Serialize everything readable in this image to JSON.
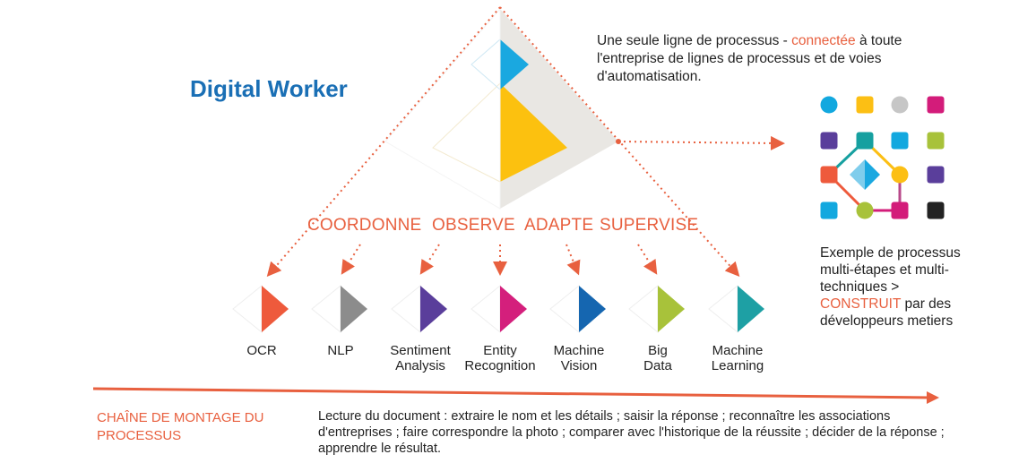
{
  "title": "Digital Worker",
  "top_text": {
    "before": "Une seule ligne de processus - ",
    "highlight": "connectée",
    "after": " à toute l'entreprise de lignes de processus et de voies d'automatisation."
  },
  "verbs": [
    "COORDONNE",
    "OBSERVE",
    "ADAPTE",
    "SUPERVISE"
  ],
  "technologies": [
    {
      "line1": "OCR",
      "line2": "",
      "icon": "orange-pyramid-icon",
      "color": "#ee5a3c"
    },
    {
      "line1": "NLP",
      "line2": "",
      "icon": "gray-pyramid-icon",
      "color": "#8c8c8c"
    },
    {
      "line1": "Sentiment",
      "line2": "Analysis",
      "icon": "purple-pyramid-icon",
      "color": "#5a3e9b"
    },
    {
      "line1": "Entity",
      "line2": "Recognition",
      "icon": "magenta-pyramid-icon",
      "color": "#d41f7c"
    },
    {
      "line1": "Machine",
      "line2": "Vision",
      "icon": "blue-pyramid-icon",
      "color": "#1566b0"
    },
    {
      "line1": "Big",
      "line2": "Data",
      "icon": "green-pyramid-icon",
      "color": "#a8c23a"
    },
    {
      "line1": "Machine",
      "line2": "Learning",
      "icon": "teal-pyramid-icon",
      "color": "#1ea0a4"
    }
  ],
  "example_text": {
    "line_a": "Exemple de processus multi-étapes et multi-techniques >",
    "highlight": "CONSTRUIT",
    "line_b": " par des développeurs metiers"
  },
  "chain": {
    "label": "CHAÎNE DE MONTAGE DU PROCESSUS",
    "description": "Lecture du document : extraire le nom et les détails ; saisir la réponse ; reconnaître les associations d'entreprises ; faire correspondre la photo ; comparer avec l'historique de la réussite ; décider de la réponse ; apprendre le résultat."
  },
  "colors": {
    "accent": "#e8603f",
    "title_blue": "#1a6fb5",
    "pyramid_yellow": "#fcc10f",
    "pyramid_cyan": "#1aa8e0",
    "pyramid_gray": "#e9e7e3"
  },
  "grid_nodes": [
    [
      "circle:#12a8df",
      "square:#fcbf14",
      "circle:#c6c6c6",
      "square:#d31c7a"
    ],
    [
      "square:#5a3e9b",
      "square:#16a0a0",
      "square:#12a8df",
      "square:#a8c23a"
    ],
    [
      "square:#ee5a3c",
      "pyramid:#1aa8e0",
      "circle:#fcbf14",
      "square:#5a3e9b"
    ],
    [
      "square:#12a8df",
      "circle:#a8c23a",
      "square:#d31c7a",
      "square:#222222"
    ]
  ]
}
